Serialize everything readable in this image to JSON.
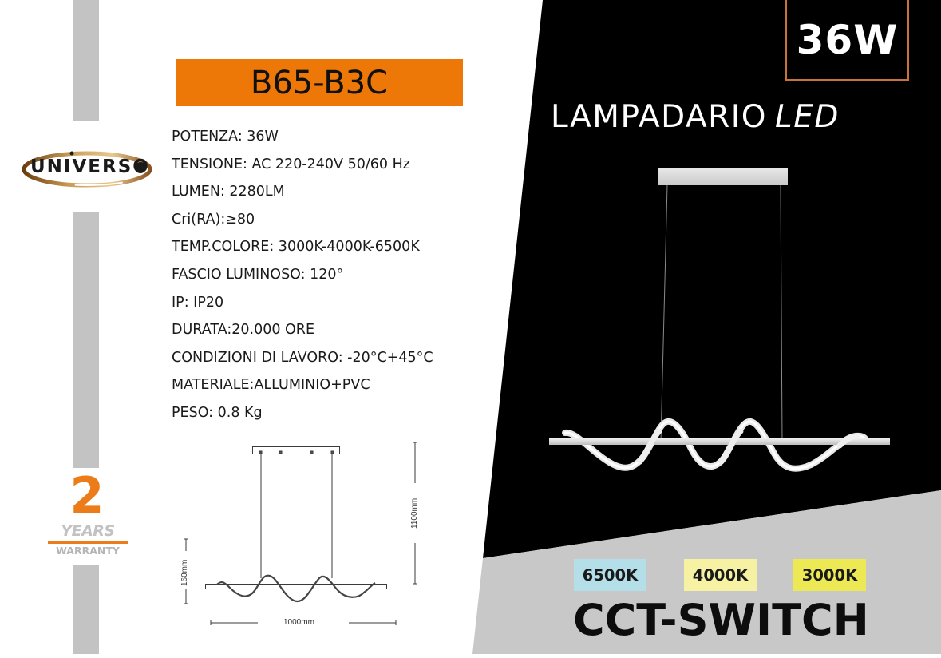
{
  "product": {
    "model": "B65-B3C",
    "brand": "UNIVERSO",
    "category_title": "LAMPADARIO",
    "category_suffix": "LED",
    "wattage_badge": "36W"
  },
  "specs": [
    "POTENZA: 36W",
    "TENSIONE: AC 220-240V 50/60 Hz",
    "LUMEN: 2280LM",
    "Cri(RA):≥80",
    "TEMP.COLORE: 3000K-4000K-6500K",
    "FASCIO LUMINOSO: 120°",
    "IP: IP20",
    "DURATA:20.000 ORE",
    "CONDIZIONI DI LAVORO: -20°C+45°C",
    "MATERIALE:ALLUMINIO+PVC",
    "PESO: 0.8 Kg"
  ],
  "warranty": {
    "number": "2",
    "years_label": "YEARS",
    "warranty_label": "WARRANTY"
  },
  "drawing": {
    "height_label": "1100mm",
    "body_height_label": "160mm",
    "width_label": "1000mm"
  },
  "color_temps": [
    {
      "label": "6500K",
      "color": "#b4dfe9"
    },
    {
      "label": "4000K",
      "color": "#f6f1a3"
    },
    {
      "label": "3000K",
      "color": "#ede955"
    }
  ],
  "cct_label": "CCT-SWITCH",
  "colors": {
    "accent_orange": "#ed7707",
    "warranty_orange": "#ec7c1a",
    "watt_border": "#c8733a",
    "panel_black": "#000000",
    "panel_grey": "#c8c8c8",
    "side_bar_grey": "#c3c3c3"
  }
}
